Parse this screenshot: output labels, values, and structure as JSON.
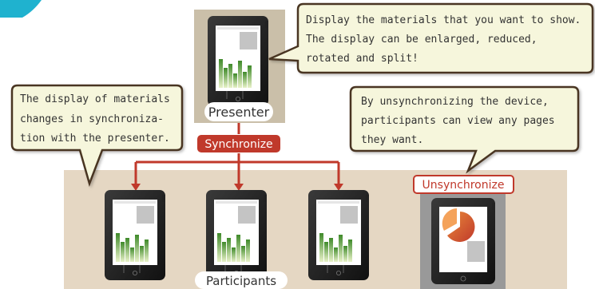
{
  "colors": {
    "beige": "#e5d7c3",
    "presenter_bg": "#cabfa9",
    "red": "#c0392b",
    "bubble_fill": "#f6f6dc",
    "bubble_stroke": "#4a3522",
    "header_teal": "#1fb2cf",
    "tablet_body": "#2b2b2b",
    "bar_green": "#5a9a2e",
    "pie_orange": "#d4622a",
    "gray_block": "#bfbfbf"
  },
  "labels": {
    "presenter": "Presenter",
    "synchronize": "Synchronize",
    "participants": "Participants",
    "unsynchronize": "Unsynchronize"
  },
  "bubbles": {
    "presenter_note": [
      "Display the materials that you want to show.",
      "The display can be enlarged, reduced,",
      "rotated and split!"
    ],
    "sync_note": [
      "The display of materials",
      "changes in synchroniza-",
      "tion with the presenter."
    ],
    "unsync_note": [
      "By unsynchronizing the device,",
      "participants can view any pages",
      "they want."
    ]
  },
  "icons": {
    "tablet": "tablet-icon",
    "bar_chart": "bar-chart-icon",
    "pie_chart": "pie-chart-icon"
  }
}
